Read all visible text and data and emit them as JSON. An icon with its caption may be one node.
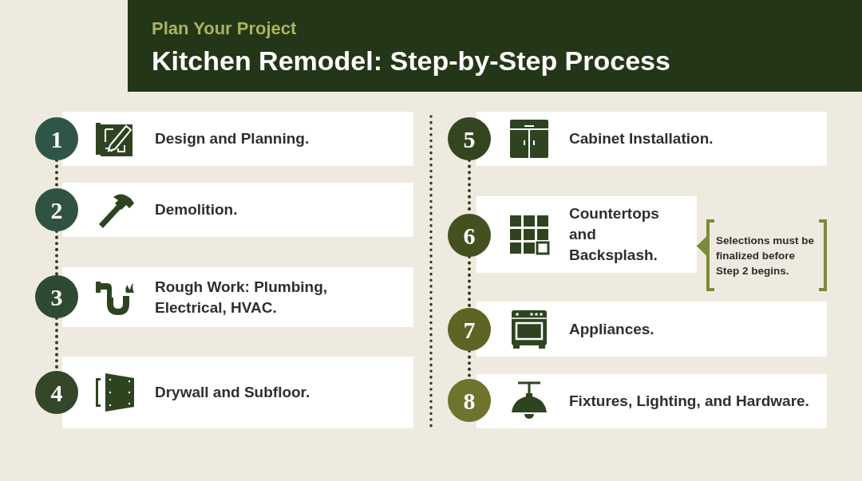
{
  "diagram": {
    "title": "Kitchen Remodel: Step-by-Step Process",
    "nodes": [
      {
        "text": [
          "1"
        ]
      },
      {
        "text": [
          "Design and Planning."
        ]
      },
      {
        "text": [
          "2"
        ]
      },
      {
        "text": [
          "Demolition."
        ]
      },
      {
        "text": [
          "3"
        ]
      },
      {
        "text": [
          "Rough Work: Plumbing, Electrical, HVAC."
        ]
      },
      {
        "text": [
          "4"
        ]
      },
      {
        "text": [
          "Drywall and Subfloor."
        ]
      },
      {
        "text": [
          "5"
        ]
      },
      {
        "text": [
          "Cabinet Installation."
        ]
      },
      {
        "text": [
          "6"
        ]
      },
      {
        "text": [
          "Countertops and Backsplash."
        ]
      },
      {
        "text": [
          "Selections must be finalized before Step 2 begins."
        ]
      },
      {
        "text": [
          "7"
        ]
      },
      {
        "text": [
          "Appliances."
        ]
      },
      {
        "text": [
          "8"
        ]
      },
      {
        "text": [
          "Fixtures, Lighting, and Hardware."
        ]
      }
    ],
    "edges": [
      {
        "from": 0,
        "to": 2,
        "arrow": "none",
        "style": "dashed"
      },
      {
        "from": 2,
        "to": 4,
        "arrow": "none",
        "style": "dashed"
      },
      {
        "from": 4,
        "to": 6,
        "arrow": "none",
        "style": "dashed"
      },
      {
        "from": 8,
        "to": 10,
        "arrow": "none",
        "style": "dashed"
      },
      {
        "from": 10,
        "to": 13,
        "arrow": "none",
        "style": "dashed"
      },
      {
        "from": 13,
        "to": 15,
        "arrow": "none",
        "style": "dashed"
      },
      {
        "from": 12,
        "to": 11,
        "arrow": "to",
        "color": "#7a8b3a"
      }
    ],
    "labels": [
      "Plan Your Project"
    ]
  }
}
